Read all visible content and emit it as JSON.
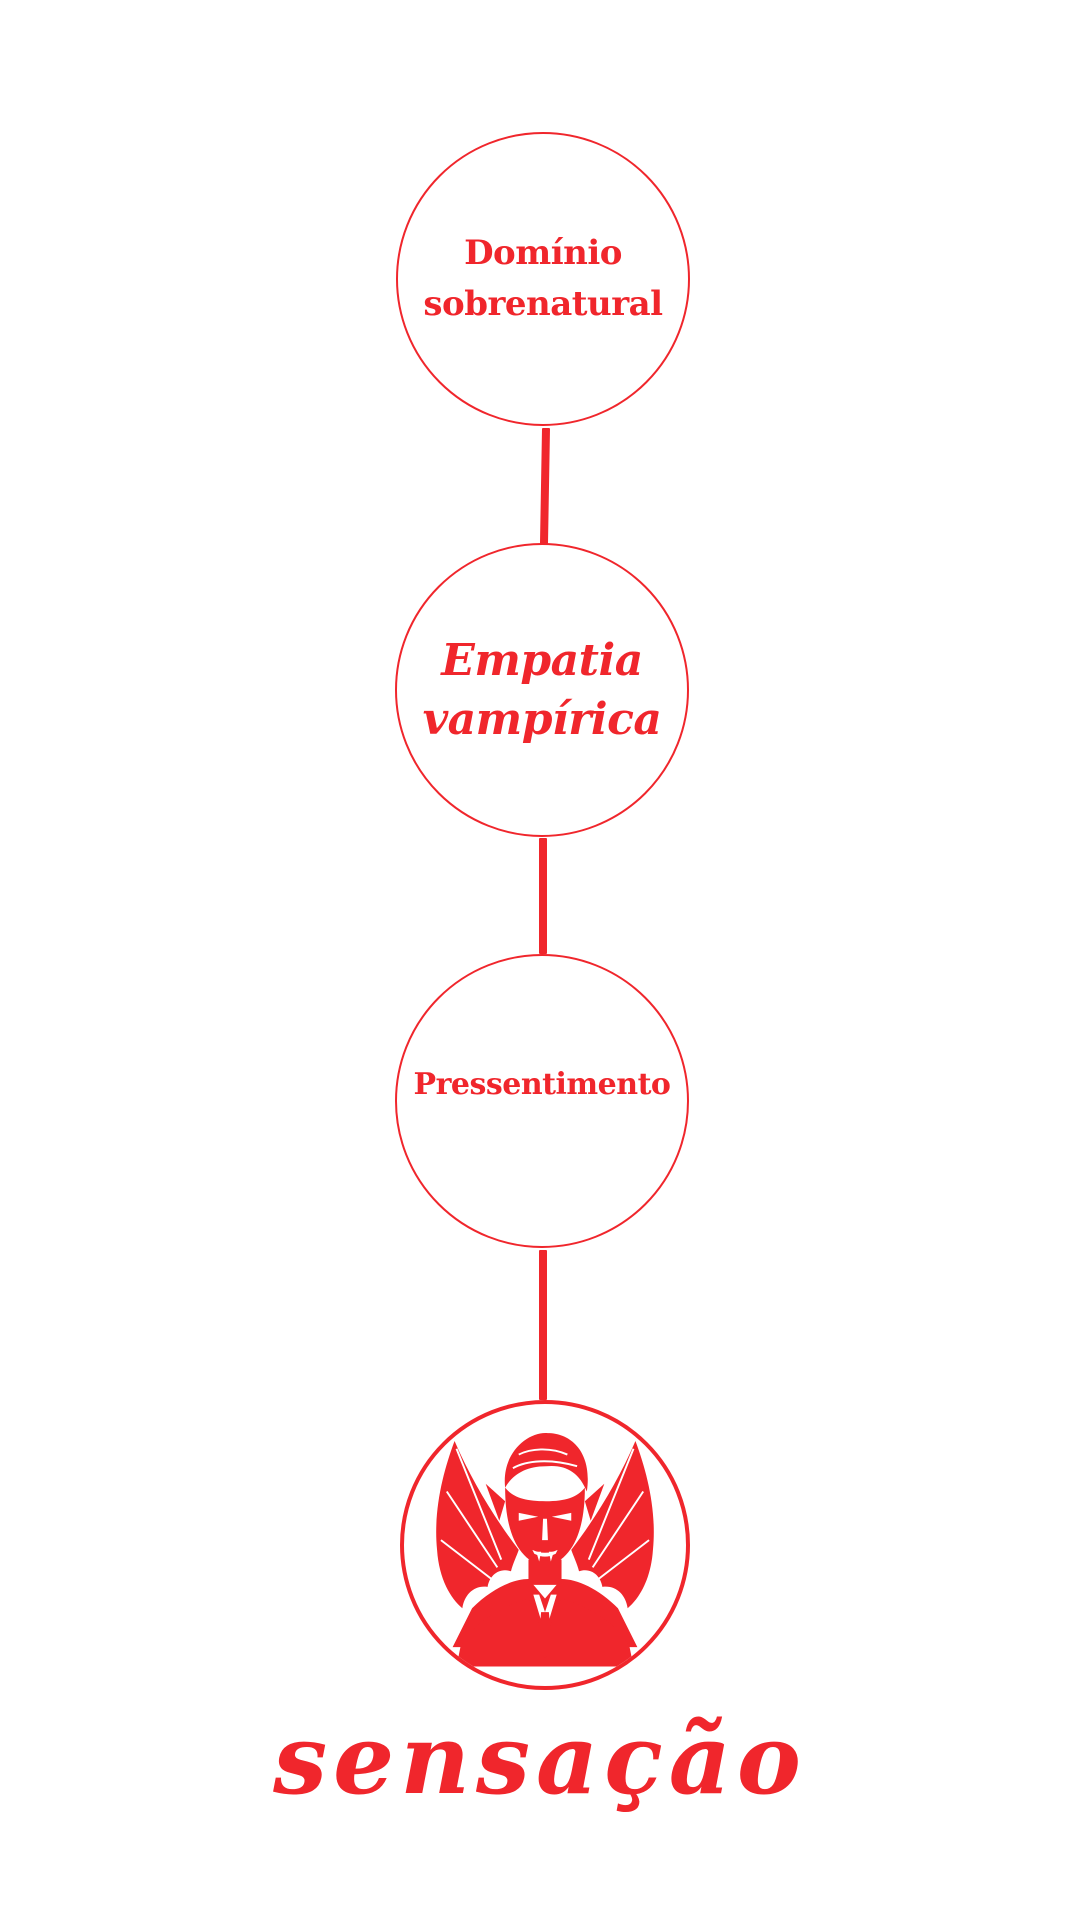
{
  "colors": {
    "accent": "#f0262c",
    "background": "#ffffff"
  },
  "diagram": {
    "nodes": [
      {
        "lines": [
          "Domínio",
          "sobrenatural"
        ]
      },
      {
        "lines": [
          "Empatia",
          "vampírica"
        ]
      },
      {
        "lines": [
          "Pressentimento"
        ]
      }
    ],
    "emblem_icon": "vampire-bust-with-bat-wings-icon",
    "title": "sensação"
  }
}
